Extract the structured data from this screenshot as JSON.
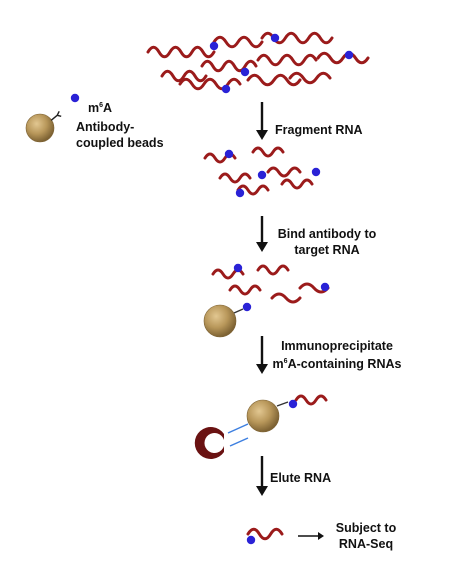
{
  "legend": {
    "m6a_prefix": "m",
    "m6a_sup": "6",
    "m6a_suffix": "A",
    "bead_label_line1": "Antibody-",
    "bead_label_line2": "coupled beads"
  },
  "steps": {
    "fragment": "Fragment RNA",
    "bind_line1": "Bind antibody to",
    "bind_line2": "target RNA",
    "ip_line1": "Immunoprecipitate",
    "ip_line2_prefix": "m",
    "ip_line2_sup": "6",
    "ip_line2_suffix": "A-containing RNAs",
    "elute": "Elute RNA",
    "final_line1": "Subject to",
    "final_line2": "RNA-Seq"
  },
  "colors": {
    "rna": "#9b1b1b",
    "m6a_dot": "#2a22d6",
    "bead": "#b8975a",
    "bead_dark": "#7d6233",
    "magnet": "#6a1212",
    "arrow": "#111111",
    "field_arrow": "#3d7fe0"
  },
  "icons": [
    "m6a-dot-icon",
    "antibody-bead-icon",
    "magnet-icon",
    "down-arrow-icon",
    "right-arrow-icon",
    "rna-strand-icon"
  ]
}
